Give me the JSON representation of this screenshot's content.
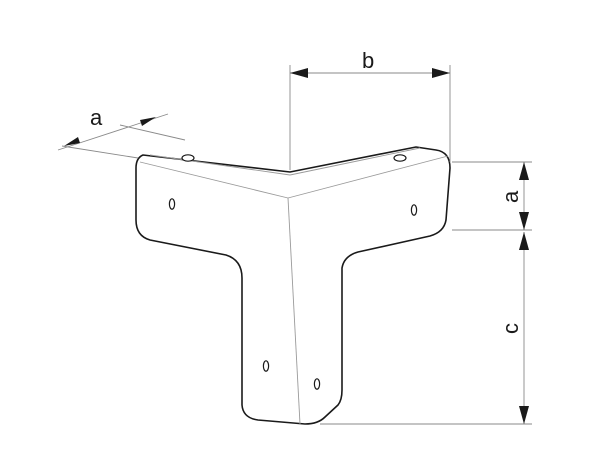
{
  "labels": {
    "dim_a_top": "a",
    "dim_b": "b",
    "dim_a_right": "a",
    "dim_c": "c"
  }
}
